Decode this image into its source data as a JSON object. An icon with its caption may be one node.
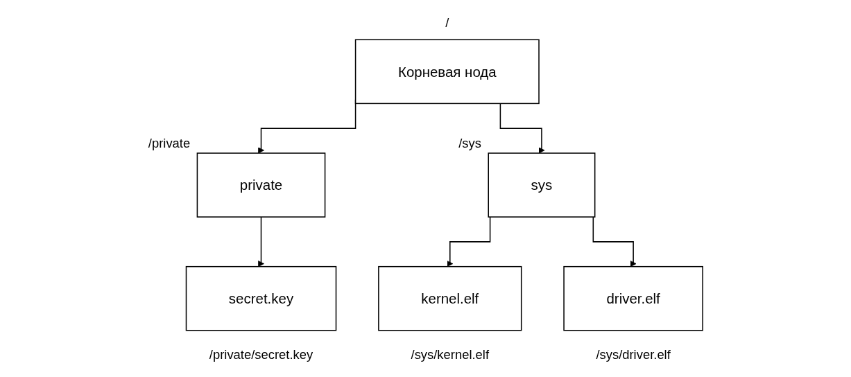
{
  "diagram": {
    "nodes": [
      {
        "text": [
          "Корневая нода"
        ],
        "beside": [
          "/"
        ]
      },
      {
        "text": [
          "private"
        ],
        "beside": [
          "/private"
        ]
      },
      {
        "text": [
          "sys"
        ],
        "beside": [
          "/sys"
        ]
      },
      {
        "text": [
          "secret.key"
        ],
        "beside": [
          "/private/secret.key"
        ]
      },
      {
        "text": [
          "kernel.elf"
        ],
        "beside": [
          "/sys/kernel.elf"
        ]
      },
      {
        "text": [
          "driver.elf"
        ],
        "beside": [
          "/sys/driver.elf"
        ]
      }
    ],
    "edges": [
      {
        "from": 0,
        "to": 1,
        "arrow": "to"
      },
      {
        "from": 0,
        "to": 2,
        "arrow": "to"
      },
      {
        "from": 1,
        "to": 3,
        "arrow": "to"
      },
      {
        "from": 2,
        "to": 4,
        "arrow": "to"
      },
      {
        "from": 2,
        "to": 5,
        "arrow": "to"
      }
    ]
  }
}
